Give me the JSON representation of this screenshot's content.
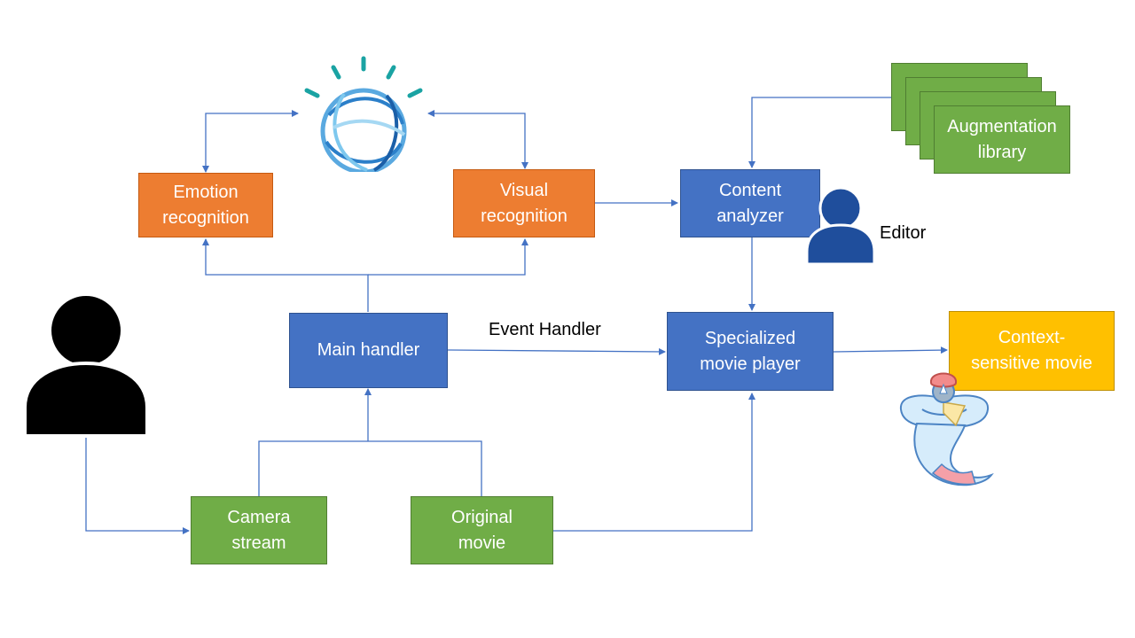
{
  "nodes": {
    "emotion": "Emotion\nrecognition",
    "visual": "Visual\nrecognition",
    "content": "Content\nanalyzer",
    "augmentation": "Augmentation\nlibrary",
    "main": "Main handler",
    "player": "Specialized\nmovie player",
    "context": "Context-\nsensitive movie",
    "camera": "Camera\nstream",
    "original": "Original\nmovie"
  },
  "labels": {
    "event_handler": "Event Handler",
    "editor": "Editor"
  },
  "icons": [
    "watson-logo-icon",
    "user-icon",
    "editor-user-icon",
    "genie-icon"
  ],
  "colors": {
    "orange": "#ed7d31",
    "blue": "#4472c4",
    "green": "#70ad47",
    "yellow": "#ffc000",
    "connector": "#4472c4"
  }
}
